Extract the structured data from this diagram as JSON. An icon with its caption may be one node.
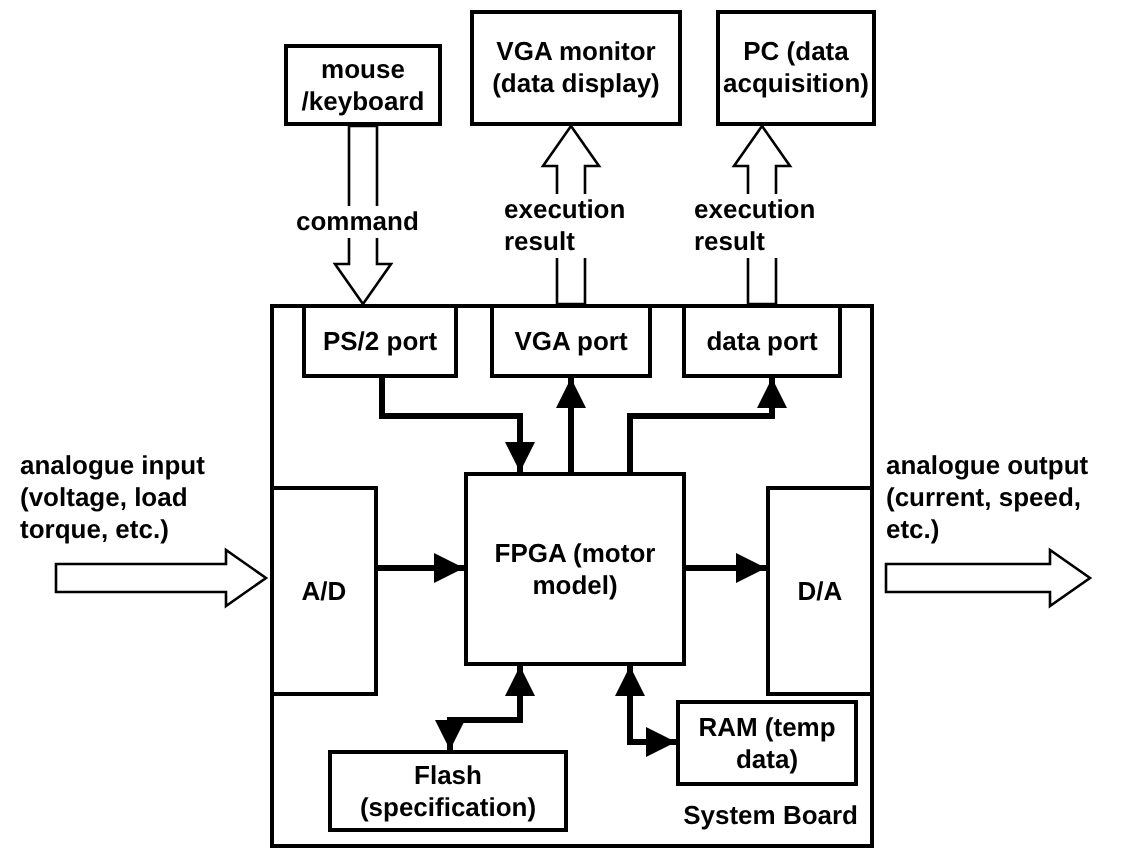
{
  "diagram": {
    "nodes": [
      {
        "text": [
          "mouse /keyboard"
        ]
      },
      {
        "text": [
          "VGA monitor (data display)"
        ]
      },
      {
        "text": [
          "PC (data acquisition)"
        ]
      },
      {
        "text": [
          "System Board"
        ]
      },
      {
        "text": [
          "PS/2 port"
        ],
        "in": 3
      },
      {
        "text": [
          "VGA port"
        ],
        "in": 3
      },
      {
        "text": [
          "data port"
        ],
        "in": 3
      },
      {
        "text": [
          "A/D"
        ],
        "in": 3
      },
      {
        "text": [
          "FPGA (motor model)"
        ],
        "in": 3
      },
      {
        "text": [
          "D/A"
        ],
        "in": 3
      },
      {
        "text": [
          "Flash (specification)"
        ],
        "in": 3
      },
      {
        "text": [
          "RAM (temp data)"
        ],
        "in": 3
      }
    ],
    "edges": [
      {
        "from": 0,
        "to": 4,
        "arrow": "to",
        "label": "command",
        "style": "thick"
      },
      {
        "from": 5,
        "to": 1,
        "arrow": "to",
        "label": "execution result",
        "style": "thick"
      },
      {
        "from": 6,
        "to": 2,
        "arrow": "to",
        "label": "execution result",
        "style": "thick"
      },
      {
        "from": null,
        "to": 7,
        "arrow": "to",
        "label": "analogue input (voltage, load torque, etc.)",
        "style": "thick"
      },
      {
        "from": 9,
        "to": null,
        "arrow": "to",
        "label": "analogue output (current, speed, etc.)",
        "style": "thick"
      },
      {
        "from": 4,
        "to": 8,
        "arrow": "to"
      },
      {
        "from": 8,
        "to": 5,
        "arrow": "to"
      },
      {
        "from": 8,
        "to": 6,
        "arrow": "to"
      },
      {
        "from": 7,
        "to": 8,
        "arrow": "to"
      },
      {
        "from": 8,
        "to": 9,
        "arrow": "to"
      },
      {
        "from": 8,
        "to": 10,
        "arrow": "both"
      },
      {
        "from": 8,
        "to": 11,
        "arrow": "both"
      }
    ]
  }
}
